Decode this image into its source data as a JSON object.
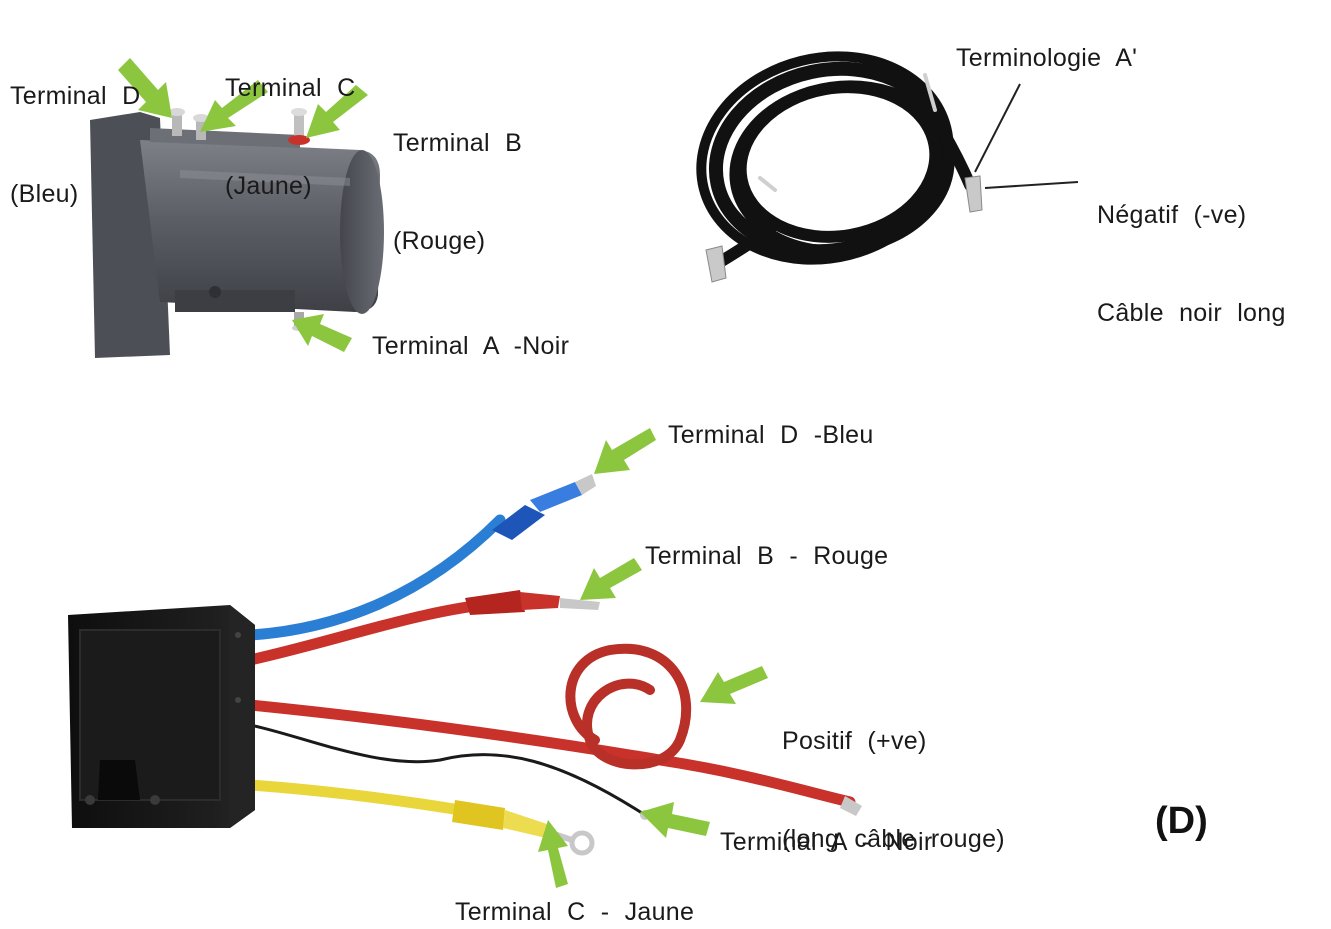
{
  "labels": {
    "motor_terminal_d": [
      "Terminal D",
      "(Bleu)"
    ],
    "motor_terminal_c": [
      "Terminal C",
      "(Jaune)"
    ],
    "motor_terminal_b": [
      "Terminal B",
      "(Rouge)"
    ],
    "motor_terminal_a": "Terminal A -Noir",
    "cable_terminologie": "Terminologie A'",
    "cable_negatif": [
      "Négatif (-ve)",
      "Câble noir long"
    ],
    "box_terminal_d": "Terminal D -Bleu",
    "box_terminal_b": "Terminal B - Rouge",
    "box_positif": [
      "Positif (+ve)",
      "(long câble rouge)"
    ],
    "box_terminal_a": "Terminal A - Noir",
    "box_terminal_c": "Terminal C - Jaune",
    "figure_id": "(D)"
  },
  "colors": {
    "arrow": "#8cc63f",
    "wire_blue": "#2a7fd4",
    "wire_red": "#c8322b",
    "wire_yellow": "#e8d63a",
    "wire_black": "#1a1a1a",
    "motor_body": "#5a5d63",
    "box_body": "#151515"
  }
}
